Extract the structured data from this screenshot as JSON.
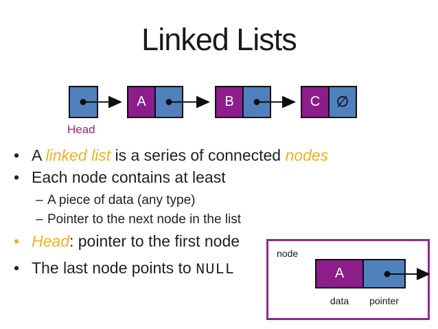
{
  "slide": {
    "title": "Linked Lists",
    "colors": {
      "cell_blue": "#5081BD",
      "cell_purple": "#8C1D8B",
      "head_label_purple": "#90278E",
      "emphasis_yellow": "#F2B01E",
      "text": "#1f1f1f",
      "box_border_purple": "#90278E"
    }
  },
  "chars": {
    "bullet": "•",
    "dash": "–"
  },
  "diagram": {
    "head_label": "Head",
    "nodes": [
      {
        "data": "A"
      },
      {
        "data": "B"
      },
      {
        "data": "C"
      }
    ],
    "null_symbol": "∅"
  },
  "bullets": {
    "b1": {
      "pre": "A ",
      "em1": "linked list",
      "mid": " is a series of connected ",
      "em2": "nodes"
    },
    "b2": "Each node contains at least",
    "s1": "A piece of data (any type)",
    "s2": "Pointer to the next node in the list",
    "b3": {
      "em": "Head",
      "rest": ": pointer to the first node"
    },
    "b4": {
      "pre": "The last node points to ",
      "code": "NULL"
    }
  },
  "node_box": {
    "label": "node",
    "data_value": "A",
    "data_label": "data",
    "pointer_label": "pointer"
  }
}
